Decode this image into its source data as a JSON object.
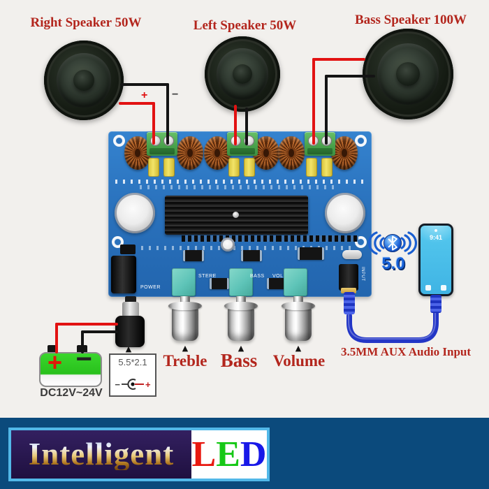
{
  "speakers": {
    "right": {
      "label": "Right Speaker 50W"
    },
    "left": {
      "label": "Left Speaker 50W"
    },
    "bass": {
      "label": "Bass Speaker 100W"
    }
  },
  "wiring": {
    "plus": "+",
    "minus": "−"
  },
  "board": {
    "silkscreen": {
      "power": "POWER",
      "stereo": "STERE",
      "bass": "BASS",
      "volume": "VOL",
      "input": "INPUT"
    }
  },
  "controls": {
    "marker": "▲",
    "knobs": {
      "treble": "Treble",
      "bass": "Bass",
      "volume": "Volume"
    }
  },
  "bluetooth": {
    "version": "5.0"
  },
  "phone": {
    "time": "9:41"
  },
  "aux": {
    "caption": "3.5MM AUX Audio Input"
  },
  "power": {
    "battery": {
      "voltage": "DC12V~24V",
      "plus": "+",
      "minus": "−"
    },
    "plug": {
      "spec": "5.5*2.1",
      "marker": "▲",
      "polarity_minus": "−",
      "polarity_plus": "+"
    }
  },
  "banner": {
    "brand": "Intelligent",
    "led": {
      "l": "L",
      "e": "E",
      "d": "D"
    }
  },
  "colors": {
    "pcb_blue": "#2b74c0",
    "label_red": "#b3261d",
    "terminal_green": "#4aa84e",
    "inductor_copper": "#b5652a",
    "pot_teal": "#5ec4b8",
    "battery_green": "#2fcb21",
    "cable_blue": "#2336c6",
    "bluetooth_blue": "#1761d8",
    "banner_navy": "#0b4a7c"
  }
}
